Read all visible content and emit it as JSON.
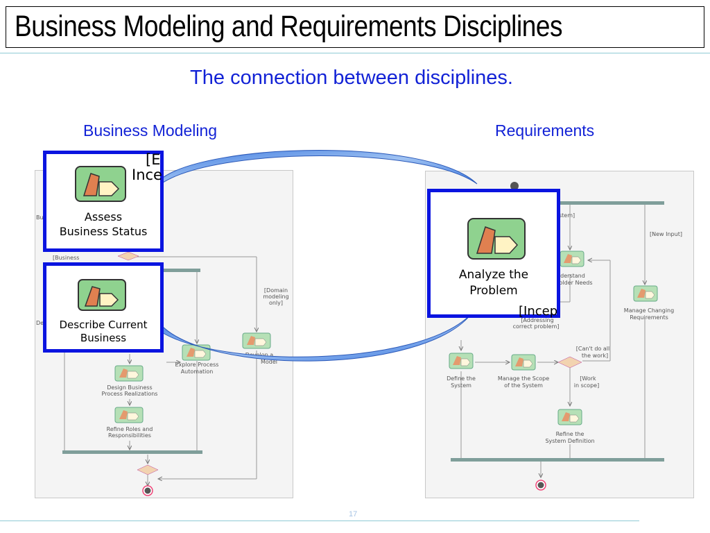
{
  "title": "Business Modeling and Requirements Disciplines",
  "subtitle": "The connection between disciplines.",
  "left_heading": "Business Modeling",
  "right_heading": "Requirements",
  "page_number": "17",
  "left_diagram": {
    "highlight_assess": "Assess\nBusiness Status",
    "highlight_describe": "Describe Current\nBusiness",
    "frag_top": "[E",
    "frag_top2": "Ince",
    "guard_business": "[Business",
    "guard_domain": "[Domain\nmodeling\nonly]",
    "explore": "Explore Process\nAutomation",
    "develop": "Develop a\nModel",
    "design": "Design Business\nProcess Realizations",
    "refine_roles": "Refine Roles and\nResponsibilities",
    "frag_bu": "Bu",
    "frag_de": "De"
  },
  "right_diagram": {
    "highlight_analyze": "Analyze the\nProblem",
    "frag_incep": "[Incep",
    "frag_stem": "stem]",
    "new_input": "[New Input]",
    "understand": "derstand\nholder Needs",
    "addressing": "[Addressing\ncorrect problem]",
    "manage_changing": "Manage Changing\nRequirements",
    "cant_do_all": "[Can't do all\nthe work]",
    "define": "Define the\nSystem",
    "manage_scope": "Manage the Scope\nof the System",
    "work_in_scope": "[Work\nin scope]",
    "refine_def": "Refine the\nSystem Definition"
  },
  "colors": {
    "highlight_border": "#0a14e0",
    "heading_text": "#1222d6",
    "connector_fill": "#4e88e3",
    "sync_bar": "#7f9e9a",
    "icon_green": "#8fd28f",
    "icon_orange": "#e08050"
  }
}
